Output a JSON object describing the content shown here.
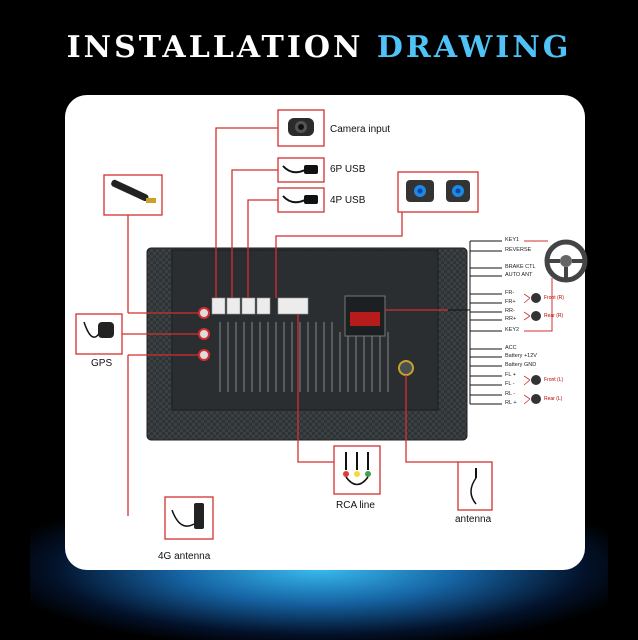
{
  "header": {
    "title_white": "INSTALLATION",
    "title_blue": "DRAWING"
  },
  "labels": {
    "camera": "Camera input",
    "usb6": "6P USB",
    "usb4": "4P USB",
    "gps": "GPS",
    "rca": "RCA line",
    "antenna": "antenna",
    "antenna4g": "4G antenna"
  },
  "pins": [
    "KEY1",
    "REVERSE",
    "BRAKE CTL",
    "AUTO ANT",
    "FR-",
    "FR+",
    "RR-",
    "RR+",
    "KEY2",
    "ACC",
    "Battery +12V",
    "Battery GND",
    "FL +",
    "FL -",
    "RL -",
    "RL +"
  ],
  "speakers": {
    "front_r": "Front (R)",
    "rear_r": "Rear (R)",
    "front_l": "Front (L)",
    "rear_l": "Rear (L)"
  },
  "colors": {
    "accent_blue": "#4fc3f7",
    "wire_red": "#d32f2f",
    "unit_dark": "#33383b"
  }
}
